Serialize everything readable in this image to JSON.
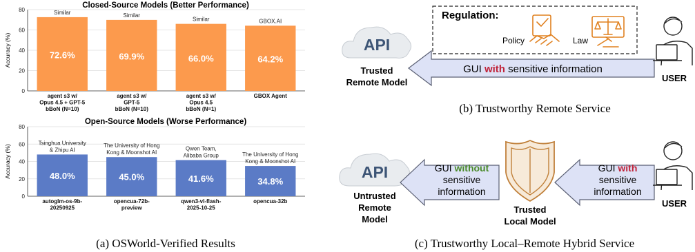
{
  "colors": {
    "closed_bar": "#fc9a4d",
    "open_bar": "#5b7bc6",
    "arrow_fill": "#dde2f6",
    "arrow_stroke": "#5a5f73",
    "with_red": "#c0243a",
    "without_green": "#4a8a2a",
    "api_blue": "#3d5576",
    "cloud_fill": "#e9ecef",
    "icon_orange": "#e0801f"
  },
  "chart_data": [
    {
      "type": "bar",
      "title": "Closed-Source Models (Better Performance)",
      "ylabel": "Accuracy (%)",
      "xlabel": "",
      "ylim": [
        0,
        80
      ],
      "yticks": [
        0,
        20,
        40,
        60,
        80
      ],
      "grid": true,
      "categories": [
        [
          "agent s3 w/",
          "Opus 4.5 + GPT-5",
          "bBoN (N=10)"
        ],
        [
          "agent s3 w/",
          "GPT-5",
          "bBoN (N=10)"
        ],
        [
          "agent s3 w/",
          "Opus 4.5",
          "bBoN (N=1)"
        ],
        [
          "GBOX Agent"
        ]
      ],
      "values": [
        72.6,
        69.9,
        66.0,
        64.2
      ],
      "value_labels": [
        "72.6%",
        "69.9%",
        "66.0%",
        "64.2%"
      ],
      "annotations": [
        [
          "Similar"
        ],
        [
          "Similar"
        ],
        [
          "Similar"
        ],
        [
          "GBOX.AI"
        ]
      ]
    },
    {
      "type": "bar",
      "title": "Open-Source Models (Worse Performance)",
      "ylabel": "Accuracy (%)",
      "xlabel": "",
      "ylim": [
        0,
        80
      ],
      "yticks": [
        0,
        20,
        40,
        60,
        80
      ],
      "grid": true,
      "categories": [
        [
          "autoglm-os-9b-",
          "20250925"
        ],
        [
          "opencua-72b-",
          "preview"
        ],
        [
          "qwen3-vl-flash-",
          "2025-10-25"
        ],
        [
          "opencua-32b"
        ]
      ],
      "values": [
        48.0,
        45.0,
        41.6,
        34.8
      ],
      "value_labels": [
        "48.0%",
        "45.0%",
        "41.6%",
        "34.8%"
      ],
      "annotations": [
        [
          "Tsinghua University",
          "& Zhipu AI"
        ],
        [
          "The University of Hong",
          "Kong & Moonshot AI"
        ],
        [
          "Qwen Team,",
          "Alibaba Group"
        ],
        [
          "The University of Hong",
          "Kong & Moonshot AI"
        ]
      ]
    }
  ],
  "captions": {
    "a": "(a) OSWorld-Verified Results",
    "b": "(b) Trustworthy Remote Service",
    "c": "(c) Trustworthy Local–Remote Hybrid Service"
  },
  "panel_b": {
    "regulation_title": "Regulation:",
    "policy_label": "Policy",
    "law_label": "Law",
    "api_label": "API",
    "remote_label": [
      "Trusted",
      "Remote Model"
    ],
    "arrow_text": {
      "pre": "GUI ",
      "em": "with",
      "post": " sensitive information"
    },
    "user_label": "USER",
    "icons": [
      "cloud-icon",
      "policy-handshake-icon",
      "law-scales-icon",
      "user-laptop-icon"
    ]
  },
  "panel_c": {
    "api_label": "API",
    "remote_label": [
      "Untrusted",
      "Remote",
      "Model"
    ],
    "left_arrow": {
      "pre": "GUI ",
      "em": "without",
      "lines": [
        "sensitive",
        "information"
      ]
    },
    "shield_label": [
      "Trusted",
      "Local Model"
    ],
    "right_arrow": {
      "pre": "GUI ",
      "em": "with",
      "lines": [
        "sensitive",
        "information"
      ]
    },
    "user_label": "USER",
    "icons": [
      "cloud-icon",
      "shield-icon",
      "user-laptop-icon"
    ]
  }
}
